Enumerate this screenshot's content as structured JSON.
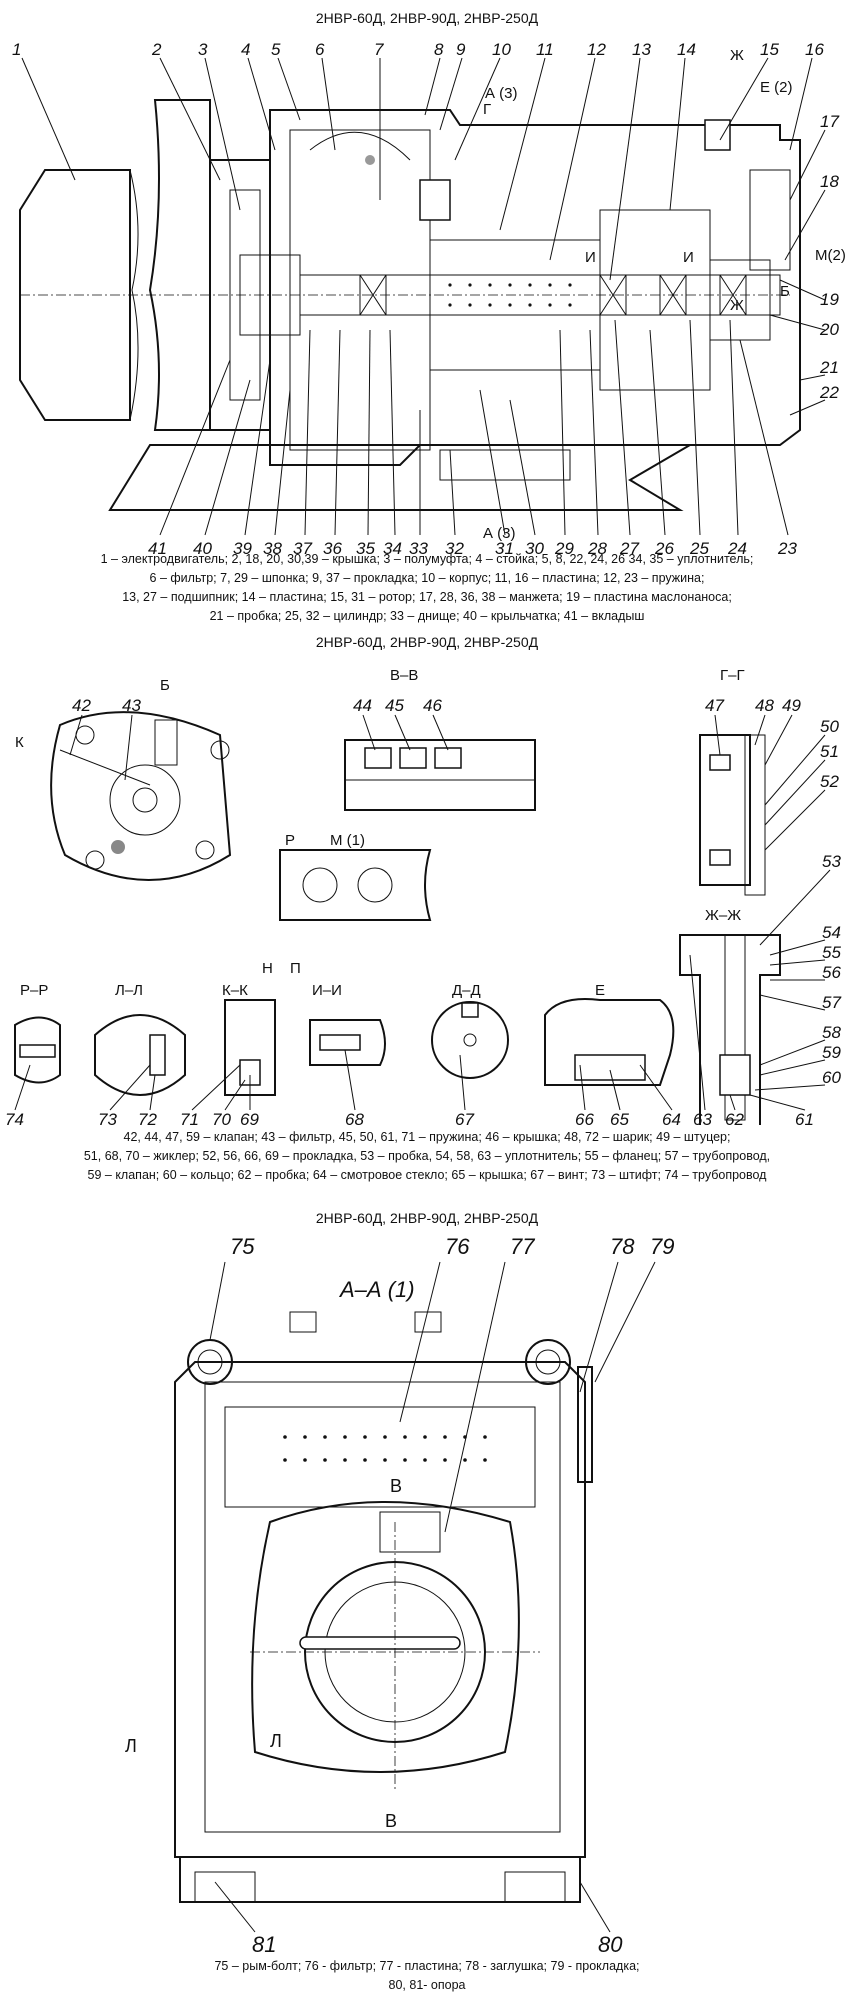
{
  "section1": {
    "title": "2НВР-60Д, 2НВР-90Д, 2НВР-250Д",
    "callouts_top": [
      "1",
      "2",
      "3",
      "4",
      "5",
      "6",
      "7",
      "8",
      "9",
      "10",
      "11",
      "12",
      "13",
      "14",
      "15",
      "16",
      "17",
      "18",
      "19",
      "20",
      "21",
      "22"
    ],
    "callouts_bottom": [
      "41",
      "40",
      "39",
      "38",
      "37",
      "36",
      "35",
      "34",
      "33",
      "32",
      "31",
      "30",
      "29",
      "28",
      "27",
      "26",
      "25",
      "24",
      "23"
    ],
    "section_marks": [
      "А (3)",
      "Г",
      "Ж",
      "Е (2)",
      "М(2)",
      "И",
      "И",
      "Б",
      "Ж",
      "А (3)"
    ],
    "legend": [
      "1 – электродвигатель; 2, 18, 20, 30,39 – крышка; 3 – полумуфта; 4 – стойка;  5, 8, 22, 24, 26 34, 35  – уплотнитель;",
      "6 – фильтр; 7, 29 – шпонка; 9, 37 – прокладка; 10 – корпус; 11, 16 – пластина; 12, 23 – пружина;",
      "13, 27 – подшипник; 14 – пластина; 15, 31 – ротор; 17, 28, 36, 38 – манжета; 19 – пластина маслонаноса;",
      "21 – пробка; 25, 32 – цилиндр; 33 – днище; 40 – крыльчатка; 41 – вкладыш"
    ]
  },
  "section2": {
    "title": "2НВР-60Д, 2НВР-90Д, 2НВР-250Д",
    "views": [
      "В–В",
      "Г–Г",
      "Ж–Ж",
      "Р–Р",
      "Л–Л",
      "К–К",
      "И–И",
      "Д–Д",
      "Е",
      "М (1)",
      "Б",
      "К",
      "Р",
      "Н",
      "П"
    ],
    "callouts": [
      "42",
      "43",
      "44",
      "45",
      "46",
      "47",
      "48",
      "49",
      "50",
      "51",
      "52",
      "53",
      "54",
      "55",
      "56",
      "57",
      "58",
      "59",
      "60",
      "61",
      "62",
      "63",
      "64",
      "65",
      "66",
      "67",
      "68",
      "69",
      "70",
      "71",
      "72",
      "73",
      "74"
    ],
    "legend": [
      "42, 44, 47, 59 – клапан; 43 – фильтр, 45, 50, 61, 71 – пружина; 46 – крышка; 48, 72 – шарик; 49 – штуцер;",
      "51, 68, 70 – жиклер; 52, 56, 66, 69 – прокладка, 53 – пробка, 54, 58, 63 – уплотнитель;  55 – фланец; 57 – трубопровод,",
      "59 – клапан; 60 – кольцо; 62 – пробка; 64 – смотровое стекло; 65 – крышка; 67 – винт; 73 – штифт; 74 – трубопровод"
    ]
  },
  "section3": {
    "title": "2НВР-60Д, 2НВР-90Д, 2НВР-250Д",
    "view": "А–А (1)",
    "marks": [
      "В",
      "В",
      "Л",
      "Л"
    ],
    "callouts": [
      "75",
      "76",
      "77",
      "78",
      "79",
      "80",
      "81"
    ],
    "legend": [
      "75 – рым-болт; 76 - фильтр; 77 - пластина; 78 - заглушка; 79 - прокладка;",
      "80, 81- опора"
    ]
  }
}
